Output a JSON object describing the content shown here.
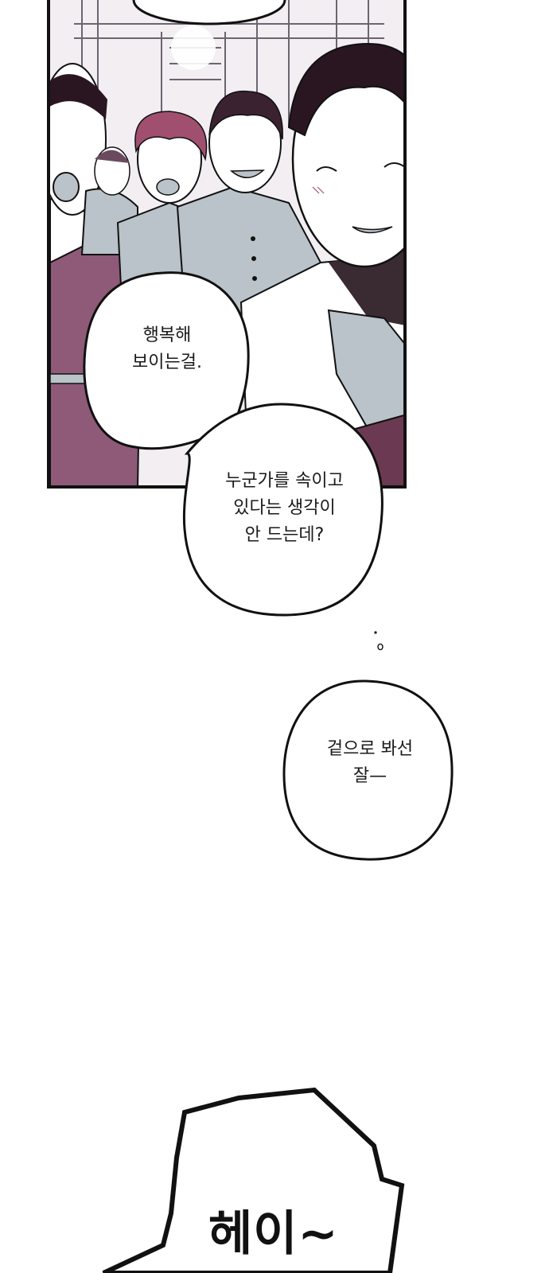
{
  "panel": {
    "scene": "Smiling villagers in hanbok gathered in front of a palace gate"
  },
  "bubbles": [
    {
      "text": "행복해\n보이는걸."
    },
    {
      "text": "누군가를 속이고\n있다는 생각이\n안 드는데?"
    },
    {
      "text": "겉으로 봐선\n잘—"
    }
  ],
  "shout": {
    "text": "헤이~"
  },
  "colors": {
    "ink": "#111111",
    "hanbok_plum": "#8e5a78",
    "shirt_gray": "#b9c3c9",
    "hair_dark": "#2a1620",
    "hair_red": "#a0506e",
    "skin": "#ffffff"
  }
}
